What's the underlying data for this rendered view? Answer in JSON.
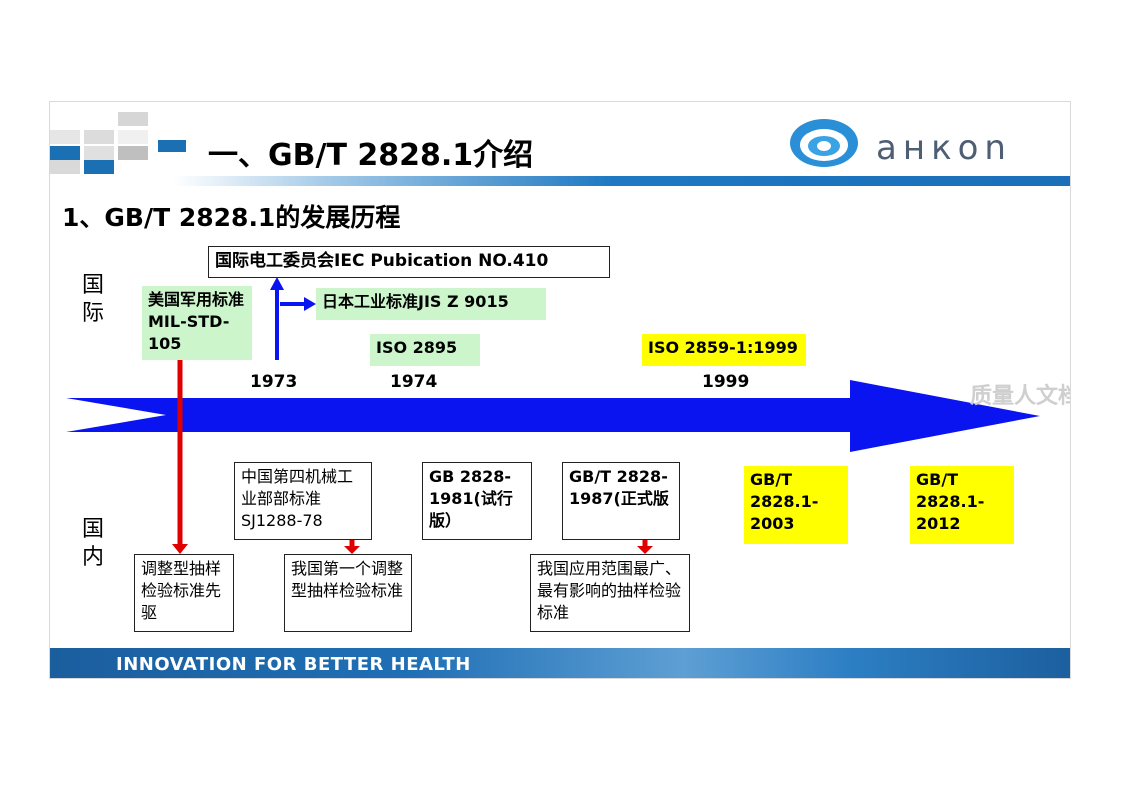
{
  "slide": {
    "title": "一、GB/T 2828.1介绍",
    "subtitle": "1、GB/T 2828.1的发展历程",
    "logo": "aнкon",
    "footer": "INNOVATION FOR BETTER HEALTH",
    "watermark": "质量人文档"
  },
  "sections": {
    "international": "国际",
    "domestic": "国内"
  },
  "years": [
    "1973",
    "1974",
    "1999"
  ],
  "international_items": {
    "iec": "国际电工委员会IEC Pubication NO.410",
    "jis": "日本工业标准JIS Z 9015",
    "mil": "美国军用标准MIL-STD-105",
    "iso2895": "ISO 2895",
    "iso2859": "ISO 2859-1:1999"
  },
  "domestic_items": {
    "sj": "中国第四机械工业部部标准SJ1288-78",
    "gb1981": "GB 2828-1981(试行版）",
    "gb1987": "GB/T 2828-1987(正式版",
    "gb2003": "GB/T 2828.1-2003",
    "gb2012": "GB/T 2828.1-2012"
  },
  "notes": {
    "pioneer": "调整型抽样检验标准先驱",
    "first": "我国第一个调整型抽样检验标准",
    "widest": "我国应用范围最广、最有影响的抽样检验标准"
  },
  "colors": {
    "arrow": "#0a14f0",
    "red_line": "#e00000",
    "green_box": "#ccf5cc",
    "yellow_box": "#ffff00",
    "brand_blue": "#1e78c2"
  }
}
